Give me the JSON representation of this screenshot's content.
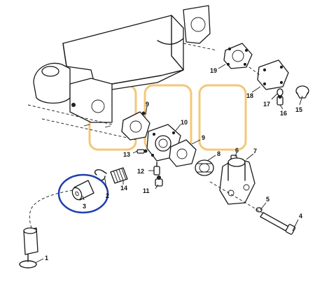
{
  "callouts": [
    {
      "id": "1",
      "label": "1"
    },
    {
      "id": "2",
      "label": "2"
    },
    {
      "id": "3",
      "label": "3"
    },
    {
      "id": "4",
      "label": "4"
    },
    {
      "id": "5",
      "label": "5"
    },
    {
      "id": "6",
      "label": "6"
    },
    {
      "id": "7",
      "label": "7"
    },
    {
      "id": "8",
      "label": "8"
    },
    {
      "id": "9a",
      "label": "9"
    },
    {
      "id": "9b",
      "label": "9"
    },
    {
      "id": "10",
      "label": "10"
    },
    {
      "id": "11",
      "label": "11"
    },
    {
      "id": "12",
      "label": "12"
    },
    {
      "id": "13",
      "label": "13"
    },
    {
      "id": "14",
      "label": "14"
    },
    {
      "id": "15",
      "label": "15"
    },
    {
      "id": "16",
      "label": "16"
    },
    {
      "id": "17",
      "label": "17"
    },
    {
      "id": "18",
      "label": "18"
    },
    {
      "id": "19",
      "label": "19"
    }
  ],
  "colors": {
    "highlight_circle": "#1f3fae",
    "watermark": "#f3c77a",
    "line": "#1a1a1a"
  }
}
